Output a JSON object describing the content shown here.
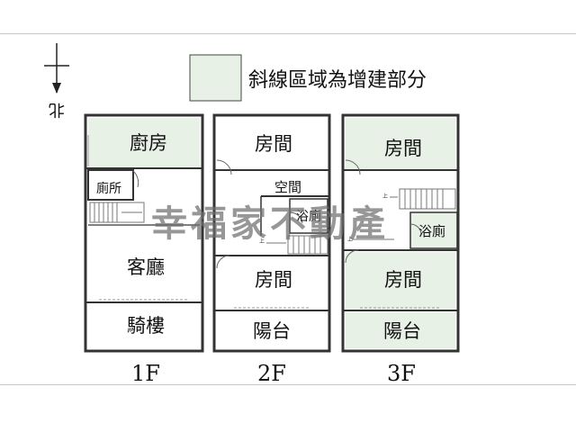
{
  "legend": {
    "text": "斜線區域為增建部分",
    "swatch_color": "#e7f1e6"
  },
  "compass": {
    "label": "北",
    "icon": "north-arrow-icon"
  },
  "watermark": "幸福家不動產",
  "colors": {
    "wall": "#333333",
    "hatch": "#e7f1e6",
    "watermark": "#6f6f6f"
  },
  "floors": [
    {
      "label": "1F",
      "rooms": {
        "kitchen": "廚房",
        "toilet": "廁所",
        "living": "客廳",
        "arcade": "騎樓"
      }
    },
    {
      "label": "2F",
      "rooms": {
        "room_top": "房間",
        "space": "空間",
        "bath": "浴廁",
        "room_bottom": "房間",
        "balcony": "陽台"
      }
    },
    {
      "label": "3F",
      "rooms": {
        "room_top": "房間",
        "bath": "浴廁",
        "room_bottom": "房間",
        "balcony": "陽台"
      }
    }
  ],
  "stair_marks": {
    "up": "上"
  }
}
